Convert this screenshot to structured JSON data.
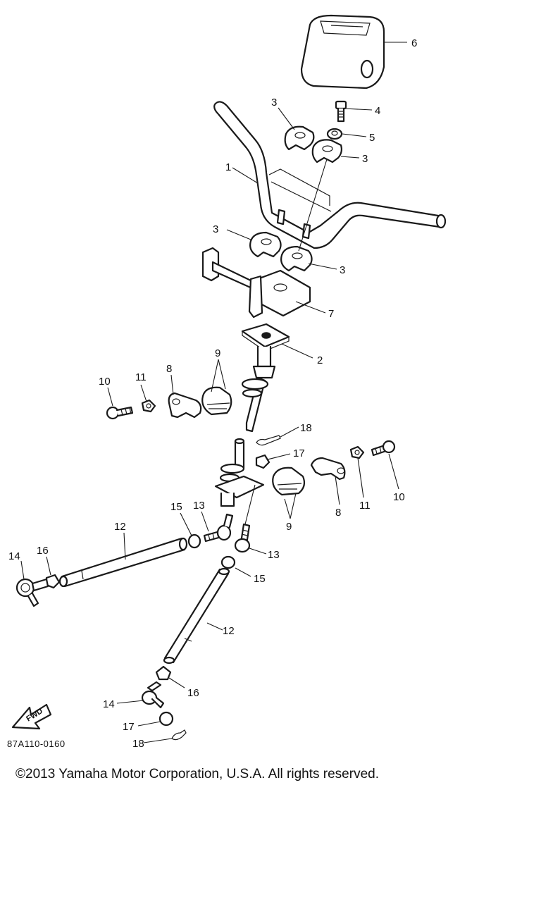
{
  "diagram": {
    "drawing_code": "87A110-0160",
    "fwd_label": "FWD",
    "callouts": [
      {
        "id": "c6",
        "label": "6"
      },
      {
        "id": "c4",
        "label": "4"
      },
      {
        "id": "c5",
        "label": "5"
      },
      {
        "id": "c3a",
        "label": "3"
      },
      {
        "id": "c3b",
        "label": "3"
      },
      {
        "id": "c1",
        "label": "1"
      },
      {
        "id": "c3c",
        "label": "3"
      },
      {
        "id": "c3d",
        "label": "3"
      },
      {
        "id": "c7",
        "label": "7"
      },
      {
        "id": "c2",
        "label": "2"
      },
      {
        "id": "c9a",
        "label": "9"
      },
      {
        "id": "c8a",
        "label": "8"
      },
      {
        "id": "c11a",
        "label": "11"
      },
      {
        "id": "c10a",
        "label": "10"
      },
      {
        "id": "c18a",
        "label": "18"
      },
      {
        "id": "c17a",
        "label": "17"
      },
      {
        "id": "c11b",
        "label": "11"
      },
      {
        "id": "c10b",
        "label": "10"
      },
      {
        "id": "c8b",
        "label": "8"
      },
      {
        "id": "c9b",
        "label": "9"
      },
      {
        "id": "c15a",
        "label": "15"
      },
      {
        "id": "c13a",
        "label": "13"
      },
      {
        "id": "c12a",
        "label": "12"
      },
      {
        "id": "c13b",
        "label": "13"
      },
      {
        "id": "c15b",
        "label": "15"
      },
      {
        "id": "c14a",
        "label": "14"
      },
      {
        "id": "c16a",
        "label": "16"
      },
      {
        "id": "c12b",
        "label": "12"
      },
      {
        "id": "c16b",
        "label": "16"
      },
      {
        "id": "c14b",
        "label": "14"
      },
      {
        "id": "c17b",
        "label": "17"
      },
      {
        "id": "c18b",
        "label": "18"
      }
    ]
  },
  "footer": {
    "copyright": "©2013 Yamaha Motor Corporation, U.S.A. All rights reserved."
  }
}
